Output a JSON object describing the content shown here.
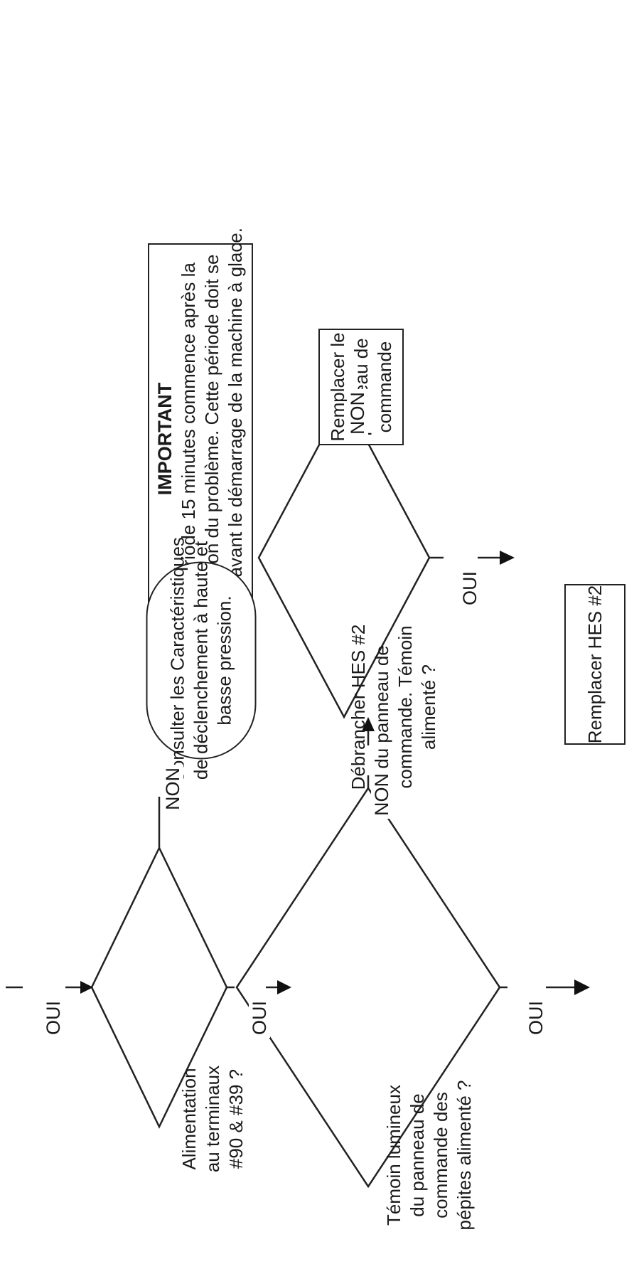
{
  "diagram": {
    "important_note": {
      "title": "IMPORTANT",
      "lines": [
        "Un période 15 minutes commence après la",
        "résolution du problème. Cette période doit se",
        "terminer avant le démarrage de la machine à glace."
      ]
    },
    "nodes": {
      "alimentation": [
        "Alimentation",
        "au terminaux",
        "#90 & #39 ?"
      ],
      "temoin": [
        "Témoin lumineux",
        "du panneau de",
        "commande des",
        "pépites alimenté ?"
      ],
      "debrancher": [
        "Débrancher HES #2",
        "du panneau de",
        "commande. Témoin",
        "alimenté ?"
      ],
      "consulter": [
        "Consulter les Caractéristiques",
        "de déclenchement à haute et",
        "basse pression."
      ],
      "remplacer_panneau": [
        "Remplacer le",
        "panneau de",
        "commande"
      ],
      "remplacer_hes": [
        "Remplacer HES #2"
      ]
    },
    "labels": {
      "oui_entry": "OUI",
      "oui_alim": "OUI",
      "oui_temoin": "OUI",
      "oui_debrancher": "OUI",
      "non_alim": "NON",
      "non_temoin": "NON",
      "non_debrancher": "NON"
    }
  }
}
